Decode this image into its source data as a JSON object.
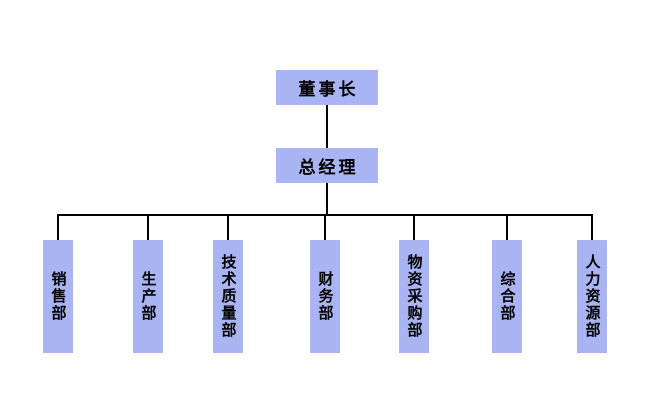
{
  "chart": {
    "type": "org-chart",
    "root": {
      "label": "董事长"
    },
    "manager": {
      "label": "总经理"
    },
    "departments": [
      {
        "label": "销售部"
      },
      {
        "label": "生产部"
      },
      {
        "label": "技术质量部"
      },
      {
        "label": "财务部"
      },
      {
        "label": "物资采购部"
      },
      {
        "label": "综合部"
      },
      {
        "label": "人力资源部"
      }
    ],
    "colors": {
      "box_fill": "#a9b4f2",
      "line": "#000000",
      "text": "#000000",
      "background": "#ffffff"
    }
  }
}
